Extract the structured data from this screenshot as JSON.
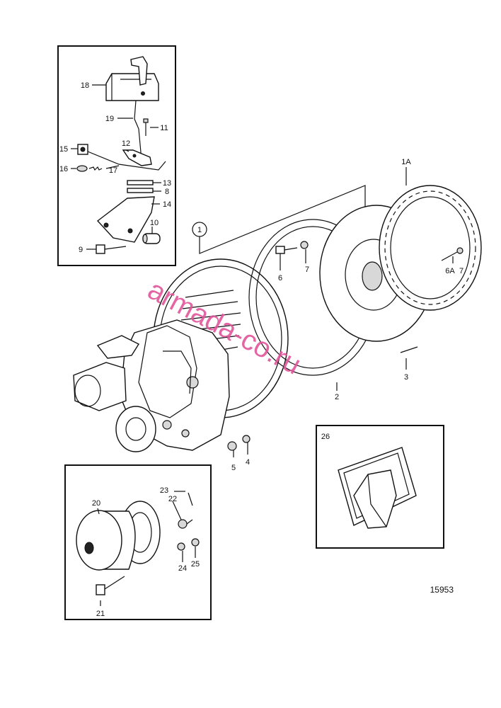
{
  "figure_number": "15953",
  "watermark": "armada-co.ru",
  "callouts": {
    "c1": "1",
    "c1A": "1A",
    "c2": "2",
    "c3": "3",
    "c4": "4",
    "c5": "5",
    "c6": "6",
    "c6A": "6A",
    "c7a": "7",
    "c7b": "7",
    "c8": "8",
    "c9": "9",
    "c10": "10",
    "c11": "11",
    "c12": "12",
    "c13": "13",
    "c14": "14",
    "c15": "15",
    "c16": "16",
    "c17": "17",
    "c18": "18",
    "c19": "19",
    "c20": "20",
    "c21": "21",
    "c22": "22",
    "c23": "23",
    "c24": "24",
    "c25": "25",
    "c26": "26"
  }
}
